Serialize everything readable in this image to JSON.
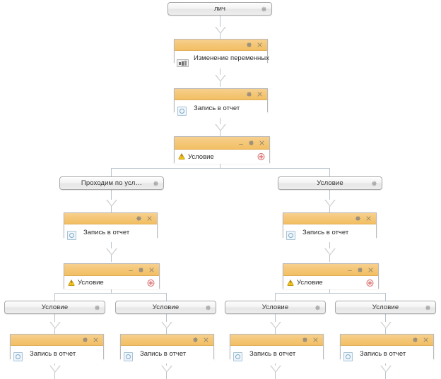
{
  "diagram": {
    "title": "Business process workflow editor",
    "colors": {
      "header_orange": "#f4c674",
      "header_border": "#e0ad56",
      "node_border": "#b9b9b9",
      "pill_border": "#a8a8a8",
      "connector": "#b9c4cc",
      "arrow_fill": "#d4d4d4",
      "plus_red": "#d35f5f",
      "canvas": "#ffffff"
    },
    "icons": {
      "gear": "gear-icon",
      "close": "close-icon",
      "minus": "minus-icon",
      "plus": "plus-icon",
      "warning": "warning-question-icon",
      "report": "report-icon",
      "variables": "variables-icon"
    },
    "labels": {
      "start": "лич",
      "change_variables": "Изменение переменных",
      "write_to_report": "Запись в отчет",
      "condition": "Условие",
      "pass_by_condition": "Проходим по усл…"
    },
    "nodes": [
      {
        "id": "n-start",
        "type": "pill",
        "label_key": "start",
        "label": "лич"
      },
      {
        "id": "n-vars",
        "type": "card-vars",
        "label_key": "change_variables",
        "label": "Изменение переменных"
      },
      {
        "id": "n-report-1",
        "type": "card-report",
        "label_key": "write_to_report",
        "label": "Запись в отчет"
      },
      {
        "id": "n-cond-root",
        "type": "card-cond",
        "label_key": "condition",
        "label": "Условие"
      },
      {
        "id": "n-pill-left",
        "type": "pill",
        "label_key": "pass_by_condition",
        "label": "Проходим по усл…"
      },
      {
        "id": "n-pill-right",
        "type": "pill",
        "label_key": "condition",
        "label": "Условие"
      },
      {
        "id": "n-report-L",
        "type": "card-report",
        "label_key": "write_to_report",
        "label": "Запись в отчет"
      },
      {
        "id": "n-report-R",
        "type": "card-report",
        "label_key": "write_to_report",
        "label": "Запись в отчет"
      },
      {
        "id": "n-cond-L",
        "type": "card-cond",
        "label_key": "condition",
        "label": "Условие"
      },
      {
        "id": "n-cond-R",
        "type": "card-cond",
        "label_key": "condition",
        "label": "Условие"
      },
      {
        "id": "n-pill-b1",
        "type": "pill",
        "label_key": "condition",
        "label": "Условие"
      },
      {
        "id": "n-pill-b2",
        "type": "pill",
        "label_key": "condition",
        "label": "Условие"
      },
      {
        "id": "n-pill-b3",
        "type": "pill",
        "label_key": "condition",
        "label": "Условие"
      },
      {
        "id": "n-pill-b4",
        "type": "pill",
        "label_key": "condition",
        "label": "Условие"
      },
      {
        "id": "n-report-b1",
        "type": "card-report",
        "label_key": "write_to_report",
        "label": "Запись в отчет"
      },
      {
        "id": "n-report-b2",
        "type": "card-report",
        "label_key": "write_to_report",
        "label": "Запись в отчет"
      },
      {
        "id": "n-report-b3",
        "type": "card-report",
        "label_key": "write_to_report",
        "label": "Запись в отчет"
      },
      {
        "id": "n-report-b4",
        "type": "card-report",
        "label_key": "write_to_report",
        "label": "Запись в отчет"
      }
    ]
  }
}
